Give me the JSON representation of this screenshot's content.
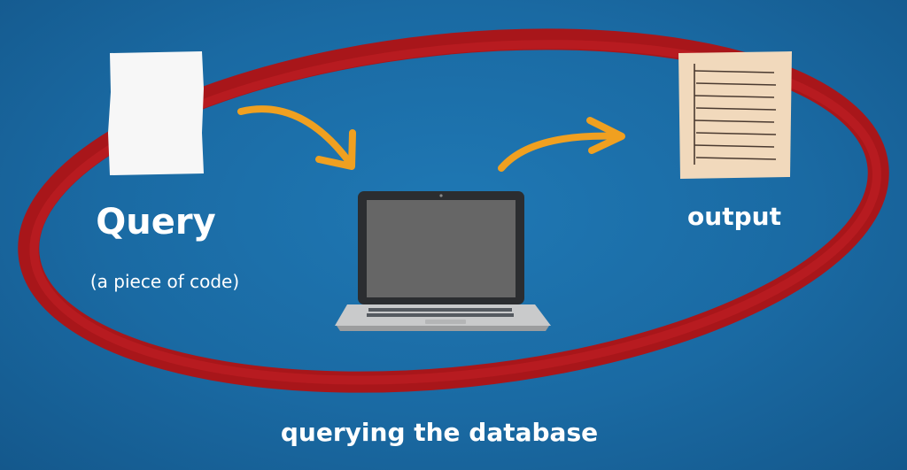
{
  "query": {
    "title": "Query",
    "subtitle": "(a piece of code)",
    "icon": "document-icon"
  },
  "output": {
    "title": "output",
    "icon": "paper-list-icon"
  },
  "center": {
    "icon": "laptop-icon"
  },
  "caption": "querying the database",
  "colors": {
    "background": "#1a6aa3",
    "ellipse": "#b0181a",
    "arrow": "#f0a020",
    "paper": "#f1d9bc",
    "text": "#ffffff"
  }
}
